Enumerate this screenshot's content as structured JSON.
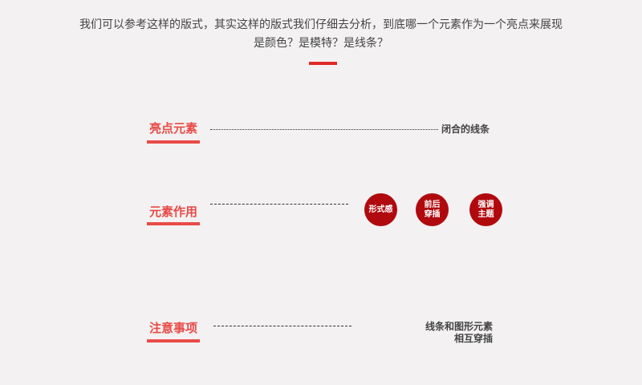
{
  "intro": {
    "line1": "我们可以参考这样的版式，其实这样的版式我们仔细去分析，到底哪一个元素作为一个亮点来展现",
    "line2": "是颜色？是模特？是线条？"
  },
  "colors": {
    "background": "#f3f1f2",
    "accent_red": "#e94b47",
    "bar_red": "#e02a28",
    "circle_red": "#b00a0e",
    "text_dark": "#444444"
  },
  "sections": [
    {
      "title": "亮点元素",
      "right_text": "闭合的线条"
    },
    {
      "title": "元素作用",
      "circles": [
        {
          "line1": "形式感",
          "line2": ""
        },
        {
          "line1": "前后",
          "line2": "穿插"
        },
        {
          "line1": "强调",
          "line2": "主题"
        }
      ]
    },
    {
      "title": "注意事项",
      "right_text_line1": "线条和图形元素",
      "right_text_line2": "相互穿插"
    }
  ]
}
